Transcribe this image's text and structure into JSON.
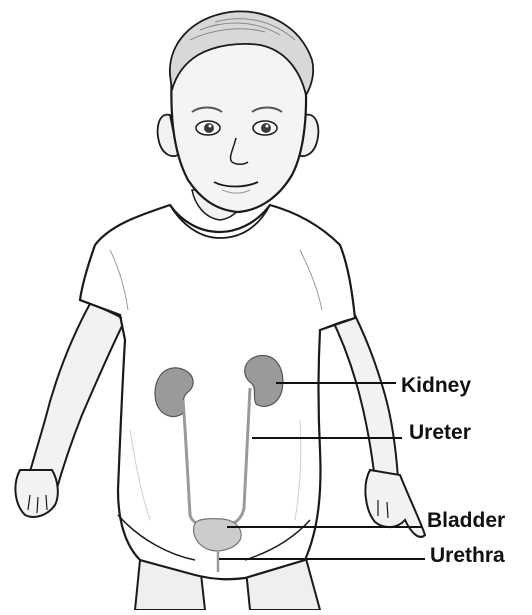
{
  "labels": {
    "kidney": "Kidney",
    "ureter": "Ureter",
    "bladder": "Bladder",
    "urethra": "Urethra"
  },
  "colors": {
    "organ_fill": "#9a9a9a",
    "line": "#111111",
    "ink": "#1a1a1a",
    "skin": "#f4f4f4",
    "shirt": "#ffffff"
  },
  "figure": {
    "subject": "toddler-illustration",
    "icon": "child-figure-icon"
  }
}
